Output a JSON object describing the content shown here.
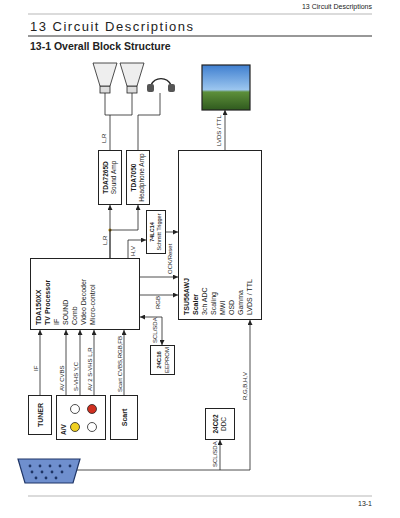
{
  "diagram": {
    "title": "13 Circuit Descriptions",
    "nodes": [
      {
        "text": [
          "TDA7265D",
          "Sound Amp"
        ]
      },
      {
        "text": [
          "TDA7050",
          "Headphone Amp"
        ]
      },
      {
        "text": [
          "TSU56AWJ",
          "Scaler",
          "3ch ADC",
          "Scaling",
          "MWI",
          "OSD",
          "Gamma",
          "LVDS / TTL"
        ]
      },
      {
        "text": [
          "74LC14",
          "Schmitt Trigger"
        ]
      },
      {
        "text": [
          "TDA150XX",
          "TV Processor",
          "IF",
          "SOUND",
          "Comb",
          "Video Decoder",
          "Micro-control"
        ]
      },
      {
        "text": [
          "TUNER"
        ]
      },
      {
        "text": [
          "A/V"
        ]
      },
      {
        "text": [
          "Scart"
        ]
      },
      {
        "text": [
          "24C16",
          "EEPROM"
        ]
      },
      {
        "text": [
          "24C02",
          "DDC"
        ]
      }
    ],
    "edges": [
      {
        "from": 4,
        "to": 0,
        "label": "L,R",
        "arrow": "to"
      },
      {
        "from": 4,
        "to": 1,
        "arrow": "to"
      },
      {
        "from": 4,
        "to": 3,
        "label": "H,V",
        "arrow": "to"
      },
      {
        "from": 3,
        "to": 2,
        "arrow": "to"
      },
      {
        "from": 4,
        "to": 2,
        "label": "RGB",
        "arrow": "to"
      },
      {
        "from": 4,
        "to": 2,
        "label": "OCK/Reset",
        "arrow": "to"
      },
      {
        "from": 4,
        "to": 8,
        "label": "SCL/SDA",
        "arrow": "both"
      },
      {
        "from": 5,
        "to": 4,
        "label": "IF",
        "arrow": "to"
      },
      {
        "from": 6,
        "to": 4,
        "label": "AV CVBS",
        "arrow": "to"
      },
      {
        "from": 6,
        "to": 4,
        "label": "S-VHS Y,C",
        "arrow": "to"
      },
      {
        "from": 6,
        "to": 4,
        "label": "AV 2 S-VHS L,R",
        "arrow": "to"
      },
      {
        "from": 7,
        "to": 4,
        "label": "Scart CVBS,RGB,FB",
        "arrow": "to"
      }
    ],
    "labels": [
      "13 Circuit Descriptions",
      "13-1 Overall Block Structure",
      "L,R",
      "LVDS / TTL",
      "R,G,B,H,V",
      "SCL/SDA",
      "13-1"
    ]
  }
}
